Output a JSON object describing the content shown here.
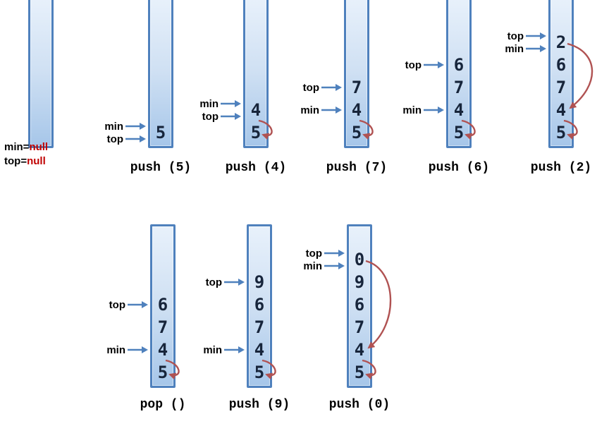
{
  "empty_state": {
    "min_label": "min=",
    "top_label": "top=",
    "null_value": "null"
  },
  "stacks": [
    {
      "operation": "push (5)",
      "items": [
        "5"
      ],
      "pointers": [
        {
          "name": "min",
          "target": 0
        },
        {
          "name": "top",
          "target": 0
        }
      ],
      "chain": []
    },
    {
      "operation": "push (4)",
      "items": [
        "4",
        "5"
      ],
      "pointers": [
        {
          "name": "min",
          "target": 0
        },
        {
          "name": "top",
          "target": 0
        }
      ],
      "chain": [
        {
          "from": 0,
          "to": 1
        }
      ]
    },
    {
      "operation": "push (7)",
      "items": [
        "7",
        "4",
        "5"
      ],
      "pointers": [
        {
          "name": "top",
          "target": 0
        },
        {
          "name": "min",
          "target": 1
        }
      ],
      "chain": [
        {
          "from": 1,
          "to": 2
        }
      ]
    },
    {
      "operation": "push (6)",
      "items": [
        "6",
        "7",
        "4",
        "5"
      ],
      "pointers": [
        {
          "name": "top",
          "target": 0
        },
        {
          "name": "min",
          "target": 2
        }
      ],
      "chain": [
        {
          "from": 2,
          "to": 3
        }
      ]
    },
    {
      "operation": "push (2)",
      "items": [
        "2",
        "6",
        "7",
        "4",
        "5"
      ],
      "pointers": [
        {
          "name": "top",
          "target": 0
        },
        {
          "name": "min",
          "target": 0
        }
      ],
      "chain": [
        {
          "from": 0,
          "to": 3
        },
        {
          "from": 3,
          "to": 4
        }
      ]
    },
    {
      "operation": "pop ()",
      "items": [
        "6",
        "7",
        "4",
        "5"
      ],
      "pointers": [
        {
          "name": "top",
          "target": 0
        },
        {
          "name": "min",
          "target": 2
        }
      ],
      "chain": [
        {
          "from": 2,
          "to": 3
        }
      ]
    },
    {
      "operation": "push (9)",
      "items": [
        "9",
        "6",
        "7",
        "4",
        "5"
      ],
      "pointers": [
        {
          "name": "top",
          "target": 0
        },
        {
          "name": "min",
          "target": 3
        }
      ],
      "chain": [
        {
          "from": 3,
          "to": 4
        }
      ]
    },
    {
      "operation": "push (0)",
      "items": [
        "0",
        "9",
        "6",
        "7",
        "4",
        "5"
      ],
      "pointers": [
        {
          "name": "top",
          "target": 0
        },
        {
          "name": "min",
          "target": 0
        }
      ],
      "chain": [
        {
          "from": 0,
          "to": 4
        },
        {
          "from": 4,
          "to": 5
        }
      ]
    }
  ],
  "colors": {
    "stack_border": "#4f81bd",
    "stack_fill_top": "#e8f1fb",
    "stack_fill_bottom": "#a6c6e9",
    "pointer_arrow": "#4f81bd",
    "chain_arrow": "#b05252",
    "null_text": "#c00000",
    "number_text": "#17253b"
  }
}
